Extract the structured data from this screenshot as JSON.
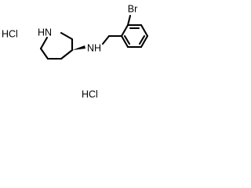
{
  "molecule": {
    "atoms": {
      "ring_nh": "HN",
      "amine_nh": "NH",
      "bromine": "Br"
    },
    "salts": {
      "hcl_1": "HCl",
      "hcl_2": "HCl"
    },
    "stereo": "wedge"
  }
}
